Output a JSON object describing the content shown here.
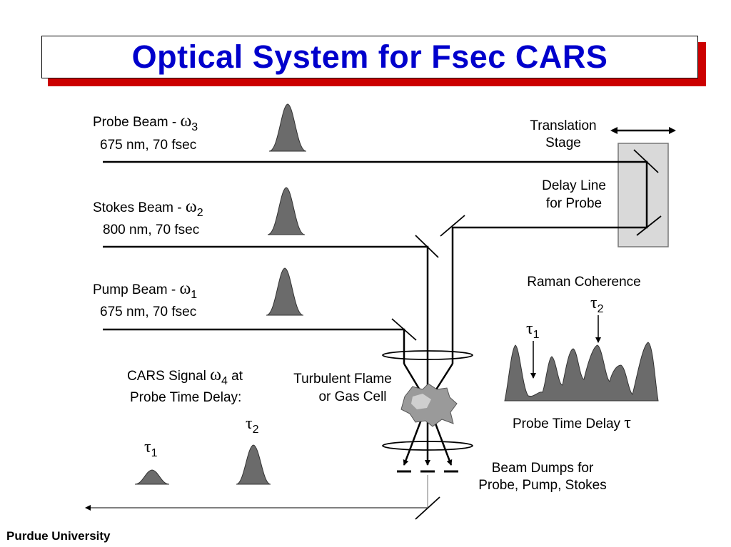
{
  "title": "Optical System for Fsec CARS",
  "footer": "Purdue University",
  "beams": {
    "probe": {
      "name": "Probe Beam - ",
      "symbol": "ω",
      "sub": "3",
      "spec": "675 nm, 70 fsec"
    },
    "stokes": {
      "name": "Stokes Beam - ",
      "symbol": "ω",
      "sub": "2",
      "spec": "800 nm, 70 fsec"
    },
    "pump": {
      "name": "Pump Beam - ",
      "symbol": "ω",
      "sub": "1",
      "spec": "675 nm, 70 fsec"
    }
  },
  "stage": {
    "line1": "Translation",
    "line2": "Stage"
  },
  "delay_line": {
    "line1": "Delay Line",
    "line2": "for Probe"
  },
  "flame": {
    "line1": "Turbulent Flame",
    "line2": "or Gas Cell"
  },
  "raman": {
    "title": "Raman Coherence",
    "tau": "τ",
    "tau1_sub": "1",
    "tau2_sub": "2",
    "axis_label": "Probe Time Delay ",
    "axis_symbol": "τ"
  },
  "cars": {
    "line1_prefix": "CARS Signal ",
    "symbol": "ω",
    "sub": "4",
    "line1_suffix": " at",
    "line2": "Probe Time Delay:",
    "tau": "τ",
    "tau1_sub": "1",
    "tau2_sub": "2"
  },
  "beam_dumps": {
    "line1": "Beam Dumps for",
    "line2": "Probe, Pump, Stokes"
  },
  "colors": {
    "title": "#0000cc",
    "title_shadow": "#cc0000",
    "pulse": "#6b6b6b",
    "stage": "#d9d9d9"
  }
}
